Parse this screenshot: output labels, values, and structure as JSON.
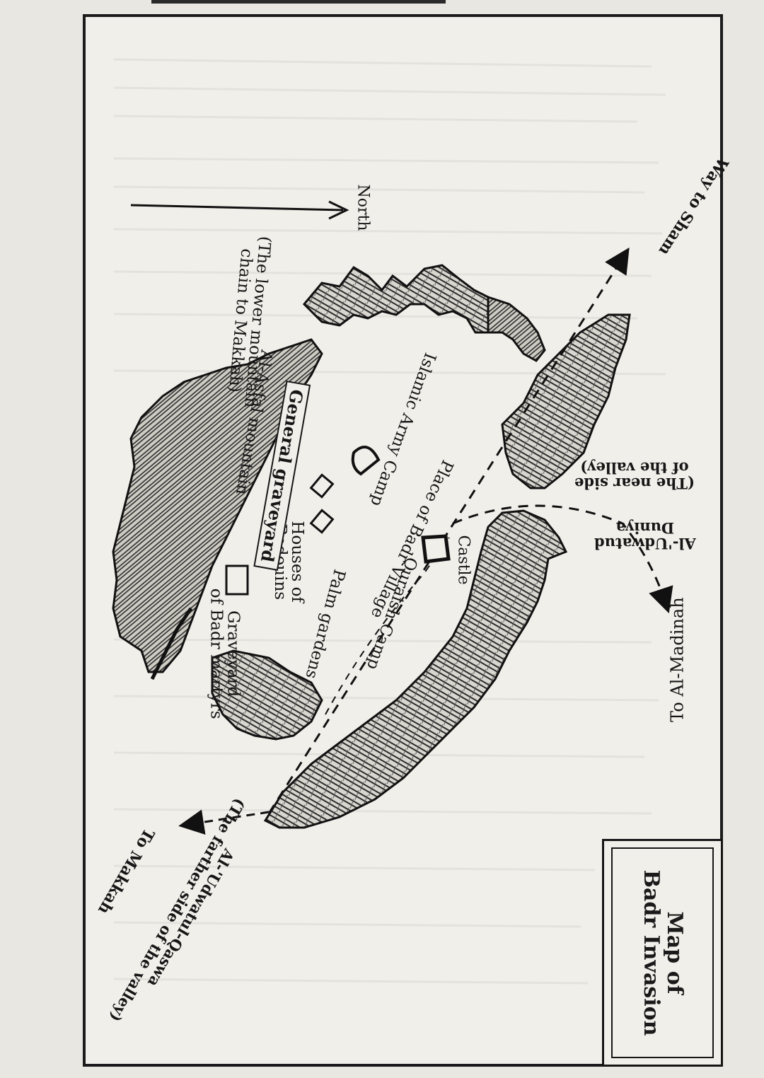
{
  "map": {
    "title_line1": "Map of",
    "title_line2": "Badr Invasion",
    "labels": {
      "north": "North",
      "way_to_sham": "Way to Sham",
      "near_side": "(The near side\nof the valley)",
      "udwatud_duniya": "Al-'Udwatud\nDuniya",
      "to_madinah": "To Al-Madinah",
      "castle": "Castle",
      "place_of_badr": "Place of Badr Village",
      "islamic_army_camp": "Islamic Army Camp",
      "quraish_camp": "Quraish Camp",
      "palm_gardens": "Palm gardens",
      "houses_of_bedouins": "Houses of\nBedouins",
      "general_graveyard": "General graveyard",
      "graveyard_martyrs": "Graveyard\nof Badr martyrs",
      "al_asfal_mountain": "Al-Asfal mountain",
      "lower_mountain_chain": "(The lower mountain\nchain to Makkah)",
      "to_makkah": "To Makkah",
      "udwatul_qaswa": "Al-'Udwatul-Qaswa\n(The farther side of the valley)"
    }
  }
}
